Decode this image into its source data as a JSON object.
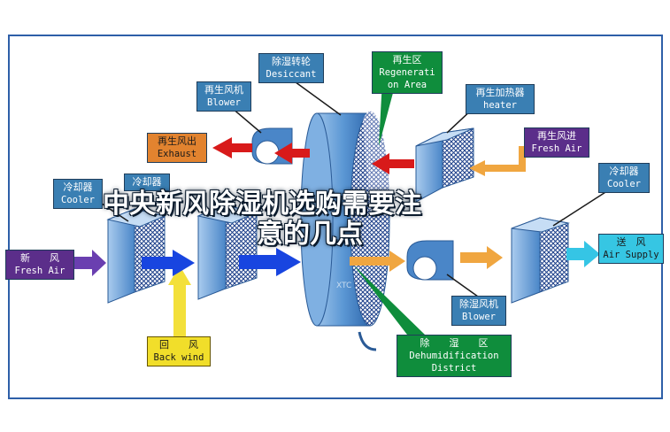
{
  "colors": {
    "frame": "#2e5fa8",
    "unit_face": "#3f8fd6",
    "unit_mesh": "#1c3f8a",
    "wheel": "#4f8ccf",
    "supply_arrow": "#1845e0",
    "exhaust_arrow": "#d81a1a",
    "air_arrow": "#f0a640",
    "fresh_arrow": "#6a3fb0",
    "back_arrow": "#f3e03a",
    "supply_out_arrow": "#35c5e5"
  },
  "labels": {
    "desiccant": {
      "zh": "除湿转轮",
      "en": "Desiccant"
    },
    "regen_blower": {
      "zh": "再生风机",
      "en": "Blower"
    },
    "regen_area": {
      "zh": "再生区",
      "en1": "Regenerati",
      "en2": "on Area"
    },
    "regen_heater": {
      "zh": "再生加热器",
      "en": "heater"
    },
    "exhaust": {
      "zh": "再生风出",
      "en": "Exhaust"
    },
    "regen_fresh": {
      "zh": "再生风进",
      "en": "Fresh Air"
    },
    "cooler_left": {
      "zh": "冷却器",
      "en": "Cooler"
    },
    "cooler_mid": {
      "zh": "冷却器"
    },
    "cooler_right": {
      "zh": "冷却器",
      "en": "Cooler"
    },
    "fresh_air": {
      "zh": "新　　风",
      "en": "Fresh Air"
    },
    "supply": {
      "zh": "送　风",
      "en": "Air Supply"
    },
    "dehum_blower": {
      "zh": "除湿风机",
      "en": "Blower"
    },
    "back_wind": {
      "zh": "回　　风",
      "en": "Back wind"
    },
    "dehum_district": {
      "zh": "除　　湿　　区",
      "en1": "Dehumidification",
      "en2": "District"
    }
  },
  "headline": {
    "line1": "中央新风除湿机选购需要注",
    "line2": "意的几点"
  },
  "watermark": "XTC"
}
